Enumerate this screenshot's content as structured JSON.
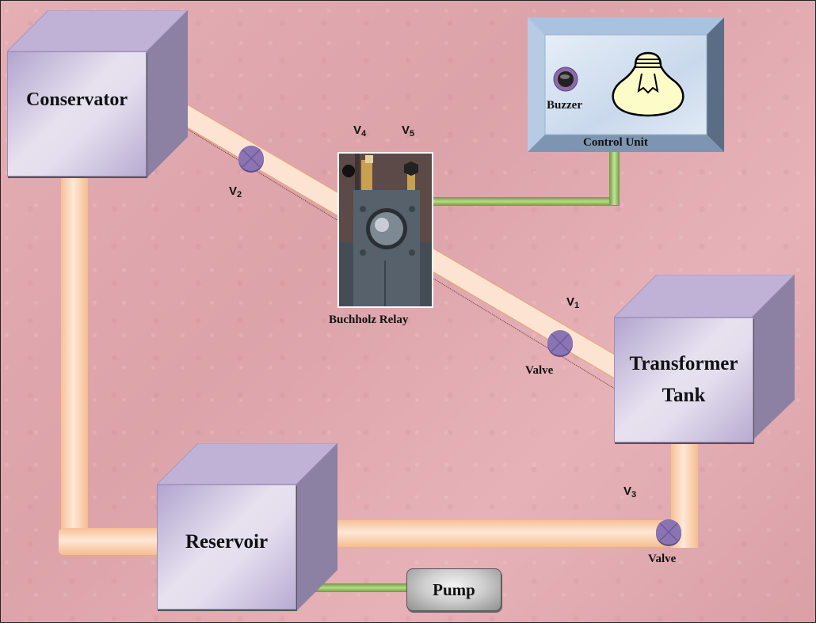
{
  "title": "Buchholz Relay Oil Circulation Diagram",
  "components": {
    "conservator": {
      "label": "Conservator"
    },
    "transformer_tank": {
      "label_line1": "Transformer",
      "label_line2": "Tank"
    },
    "reservoir": {
      "label": "Reservoir"
    },
    "pump": {
      "label": "Pump"
    },
    "buchholz_relay": {
      "label": "Buchholz Relay"
    },
    "control_unit": {
      "label": "Control Unit",
      "buzzer_label": "Buzzer",
      "lamp_icon": "light-bulb-icon"
    }
  },
  "valves": [
    {
      "id": "V1",
      "letter": "V",
      "sub": "1",
      "caption": "Valve"
    },
    {
      "id": "V2",
      "letter": "V",
      "sub": "2",
      "caption": ""
    },
    {
      "id": "V3",
      "letter": "V",
      "sub": "3",
      "caption": "Valve"
    },
    {
      "id": "V4",
      "letter": "V",
      "sub": "4",
      "caption": ""
    },
    {
      "id": "V5",
      "letter": "V",
      "sub": "5",
      "caption": ""
    }
  ],
  "colors": {
    "background": "#e0a8ae",
    "pipe_oil": "#fde3cf",
    "pipe_edge": "#f4b98a",
    "signal_wire": "#8fbf5a",
    "box_face": "#e4deee",
    "box_side": "#8c80a3",
    "box_top": "#c0b2d6",
    "valve": "#8b74b3",
    "control_unit": "#c8d8ea"
  }
}
